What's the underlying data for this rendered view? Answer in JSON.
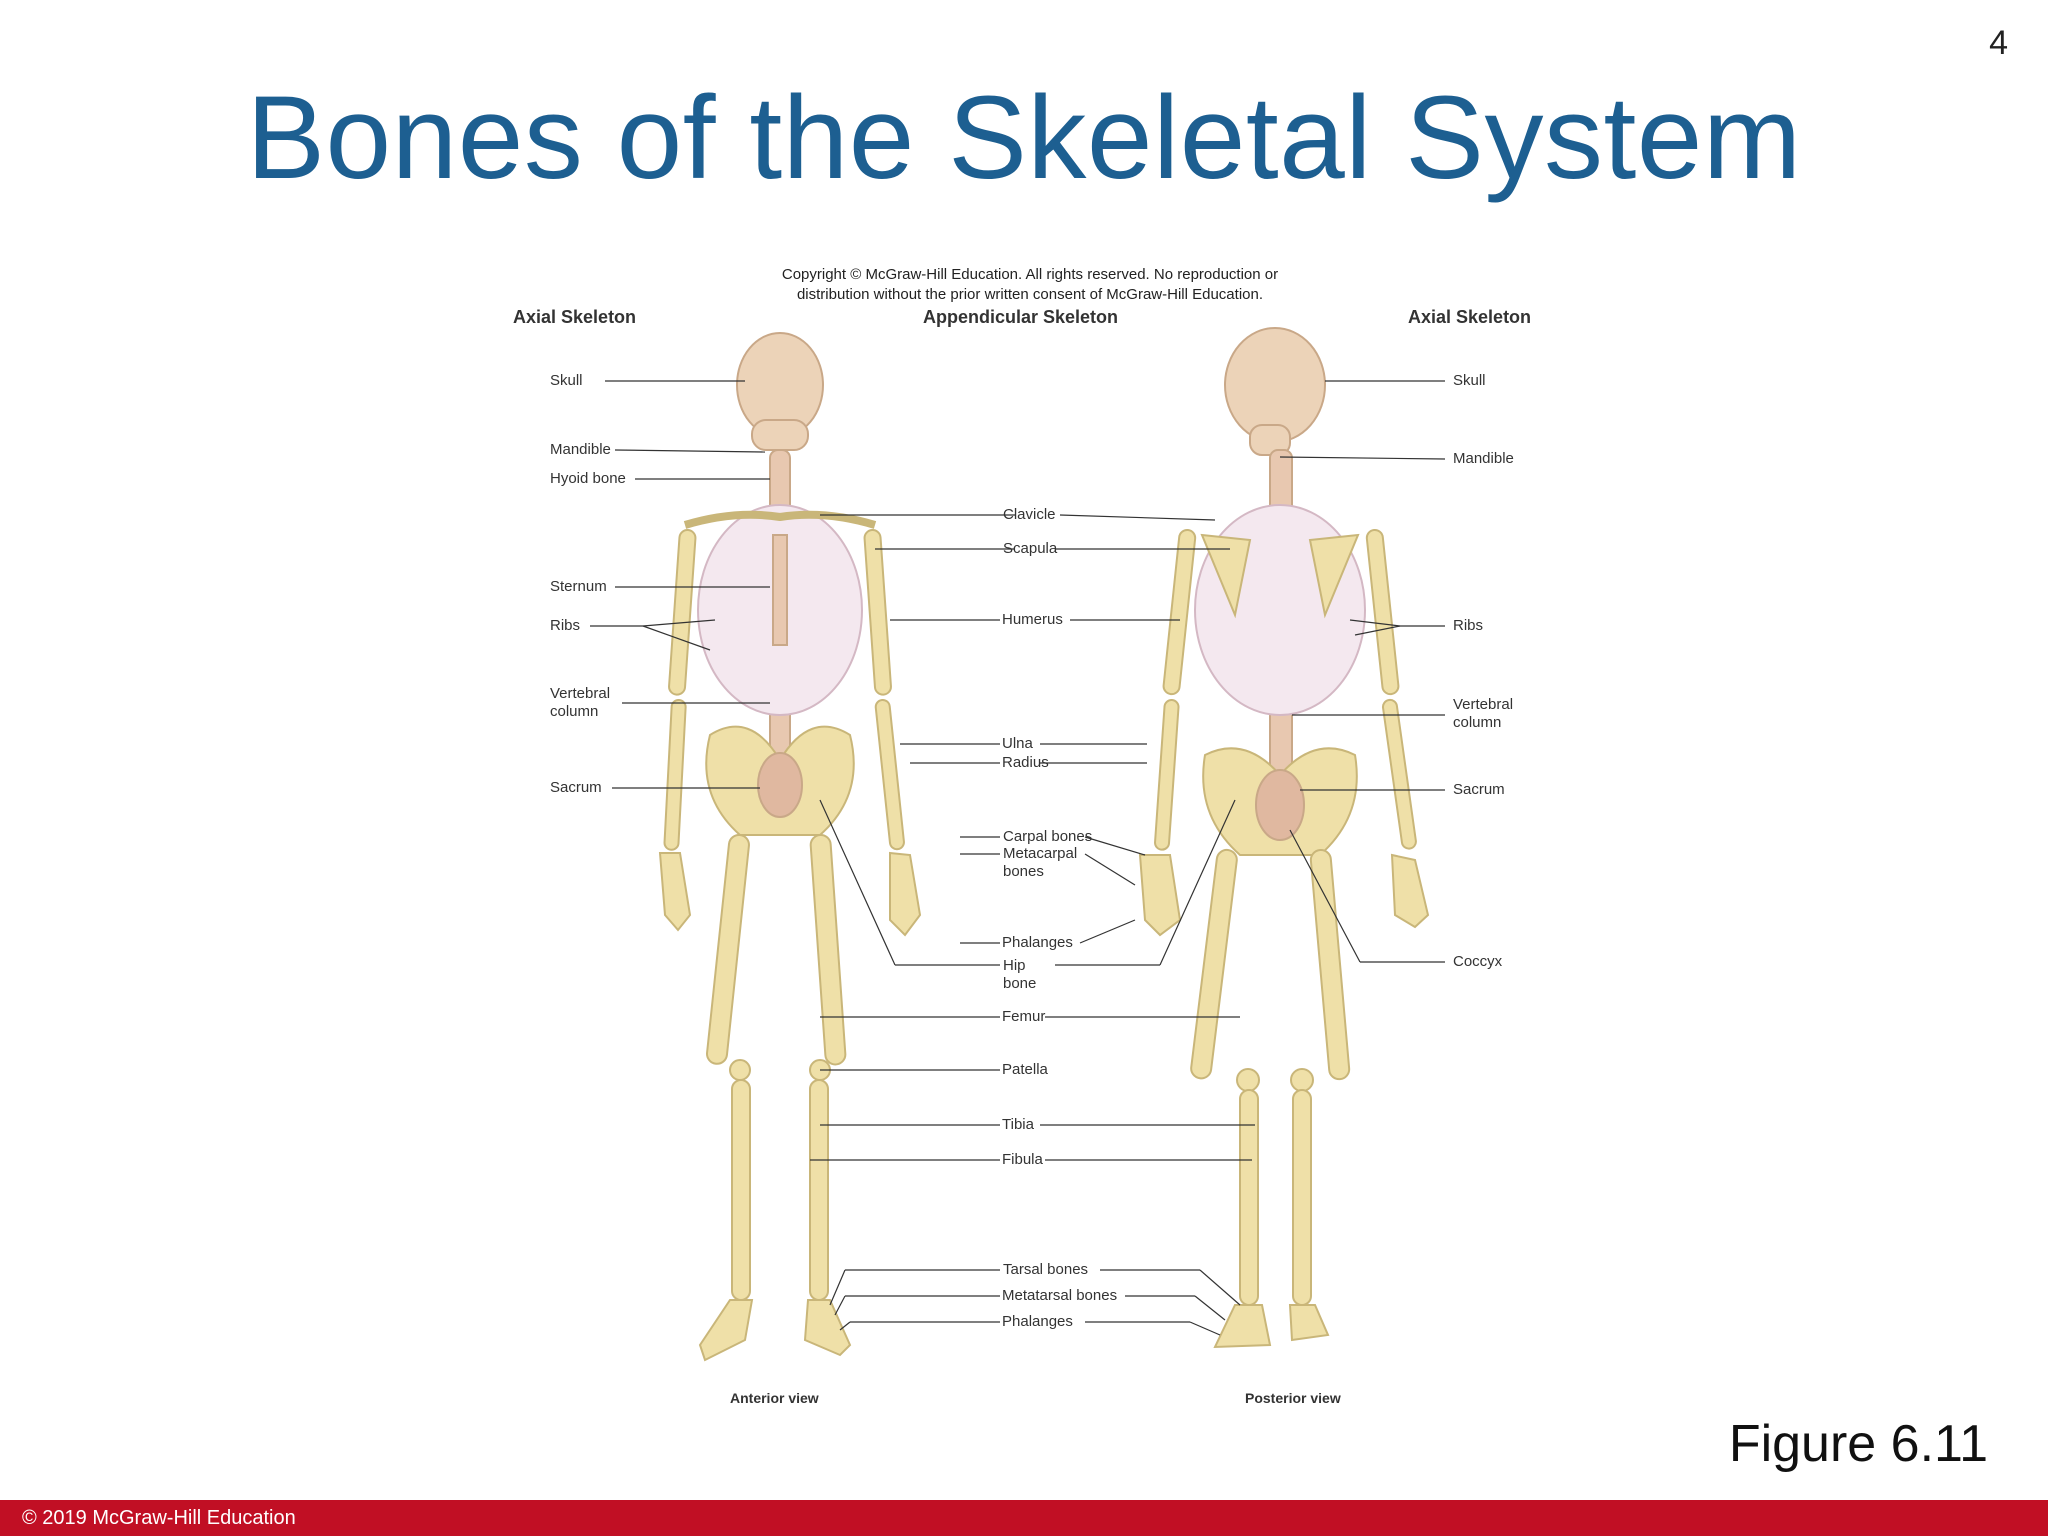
{
  "slide_number": "4",
  "title": "Bones of the Skeletal System",
  "figure": {
    "copyright_note": "Copyright © McGraw-Hill Education.  All rights reserved. No reproduction or\ndistribution without the prior written consent of McGraw-Hill Education.",
    "headings": {
      "axial_left": "Axial Skeleton",
      "appendicular": "Appendicular Skeleton",
      "axial_right": "Axial Skeleton"
    },
    "left_labels": {
      "skull": "Skull",
      "mandible": "Mandible",
      "hyoid": "Hyoid bone",
      "sternum": "Sternum",
      "ribs": "Ribs",
      "vertebral": "Vertebral\ncolumn",
      "sacrum": "Sacrum"
    },
    "center_labels": {
      "clavicle": "Clavicle",
      "scapula": "Scapula",
      "humerus": "Humerus",
      "ulna": "Ulna",
      "radius": "Radius",
      "carpal": "Carpal bones",
      "metacarpal": "Metacarpal\nbones",
      "phalanges_hand": "Phalanges",
      "hip": "Hip\nbone",
      "femur": "Femur",
      "patella": "Patella",
      "tibia": "Tibia",
      "fibula": "Fibula",
      "tarsal": "Tarsal bones",
      "metatarsal": "Metatarsal bones",
      "phalanges_foot": "Phalanges"
    },
    "right_labels": {
      "skull": "Skull",
      "mandible": "Mandible",
      "ribs": "Ribs",
      "vertebral": "Vertebral\ncolumn",
      "sacrum": "Sacrum",
      "coccyx": "Coccyx"
    },
    "views": {
      "anterior": "Anterior view",
      "posterior": "Posterior view"
    }
  },
  "figure_caption": "Figure 6.11",
  "footer": "© 2019 McGraw-Hill Education",
  "colors": {
    "title": "#1d5f91",
    "footer_bar": "#c10f24",
    "bone": "#efe0a8",
    "bone_edge": "#c9b679",
    "axial_bone": "#e8c8b0"
  }
}
